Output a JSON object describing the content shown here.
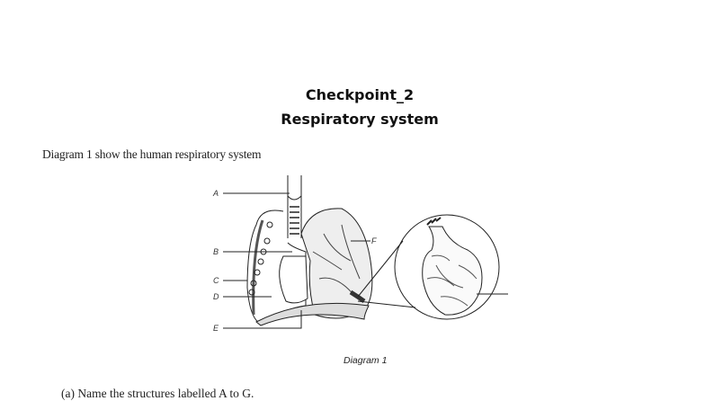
{
  "title": "Checkpoint_2",
  "subtitle": "Respiratory system",
  "intro": "Diagram 1 show the human respiratory system",
  "diagram": {
    "labels": [
      "A",
      "B",
      "C",
      "D",
      "E",
      "F"
    ],
    "caption": "Diagram 1"
  },
  "question_a": "(a)  Name the structures labelled A to G."
}
